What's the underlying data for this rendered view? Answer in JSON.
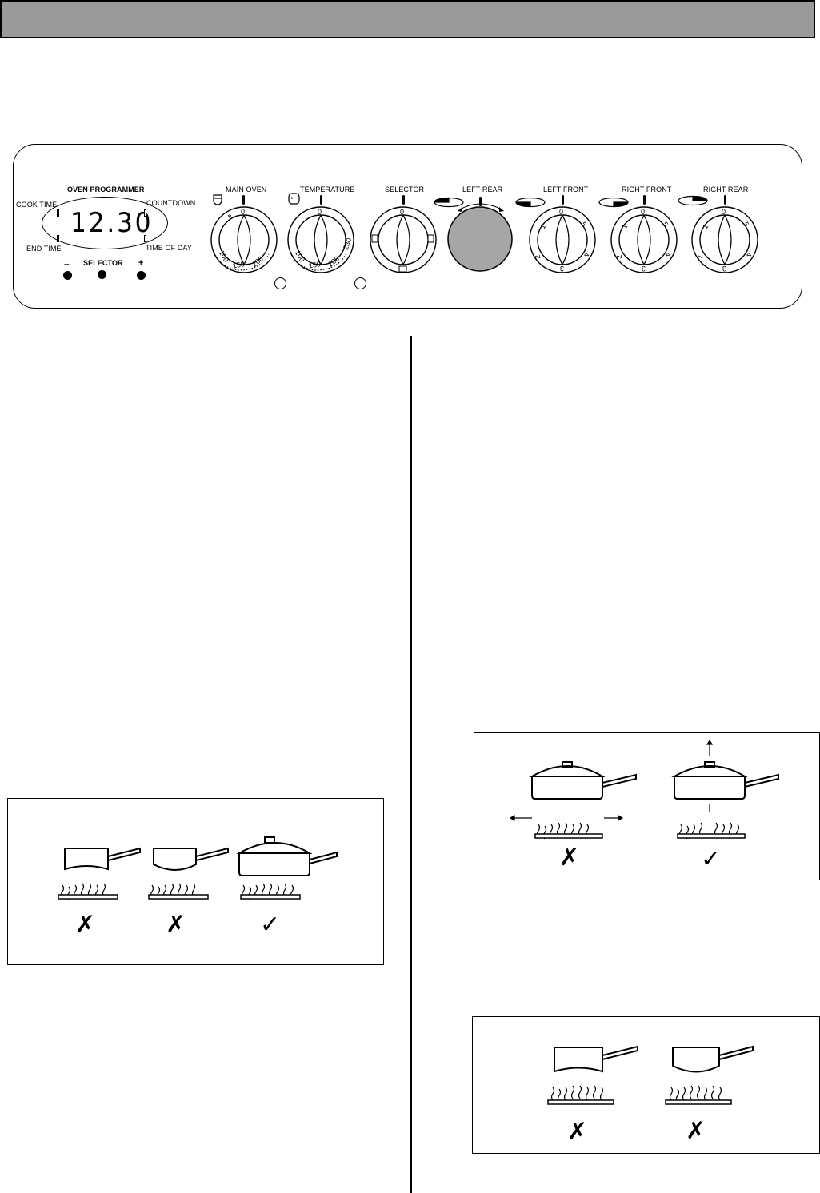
{
  "panel": {
    "programmer": {
      "title": "OVEN PROGRAMMER",
      "cook_time": "COOK TIME",
      "countdown": "COUNTDOWN",
      "end_time": "END TIME",
      "time_of_day": "TIME OF DAY",
      "display_value": "12.30",
      "selector_label": "SELECTOR",
      "minus": "–",
      "plus": "+"
    },
    "knobs": [
      {
        "label": "MAIN OVEN",
        "type": "oven",
        "ticks": [
          "0",
          "100",
          "150",
          "200"
        ]
      },
      {
        "label": "TEMPERATURE",
        "type": "oven",
        "ticks": [
          "0",
          "100",
          "150",
          "200",
          "230"
        ]
      },
      {
        "label": "SELECTOR",
        "type": "selector",
        "ticks": [
          "0"
        ]
      },
      {
        "label": "LEFT REAR",
        "type": "blank",
        "ticks": []
      },
      {
        "label": "LEFT FRONT",
        "type": "hob",
        "ticks": [
          "0",
          "1",
          "2",
          "3",
          "4",
          "5"
        ]
      },
      {
        "label": "RIGHT FRONT",
        "type": "hob",
        "ticks": [
          "0",
          "1",
          "2",
          "3",
          "4",
          "5"
        ]
      },
      {
        "label": "RIGHT REAR",
        "type": "hob",
        "ticks": [
          "0",
          "1",
          "2",
          "3",
          "4",
          "5"
        ]
      }
    ],
    "colors": {
      "header_bar": "#9a9a9a",
      "left_rear_knob": "#a6a6a6"
    }
  },
  "figures": {
    "pans_left": {
      "marks": [
        "✗",
        "✗",
        "✓"
      ]
    },
    "pans_right_top": {
      "marks": [
        "✗",
        "✓"
      ]
    },
    "pans_right_bottom": {
      "marks": [
        "✗",
        "✗"
      ]
    }
  }
}
